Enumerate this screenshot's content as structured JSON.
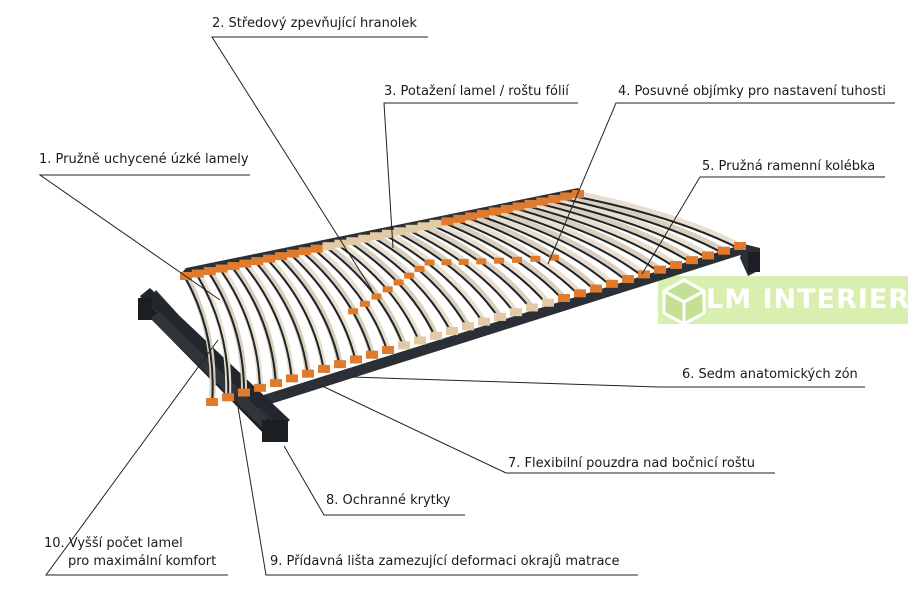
{
  "labels": {
    "l1": "1. Pružně uchycené úzké lamely",
    "l2": "2. Středový zpevňující hranolek",
    "l3": "3. Potažení lamel / roštu fólií",
    "l4": "4. Posuvné objímky pro nastavení tuhosti",
    "l5": "5. Pružná ramenní kolébka",
    "l6": "6. Sedm anatomických zón",
    "l7": "7. Flexibilní pouzdra nad bočnicí roštu",
    "l8": "8. Ochranné krytky",
    "l9": "9. Přídavná lišta zamezující deformaci okrajů matrace",
    "l10a": "10. Vyšší počet lamel",
    "l10b": "pro maximální komfort"
  },
  "logo": {
    "text": "LM INTERIER",
    "bg": "#d9efb0",
    "icon": "cube-logo-icon"
  },
  "colors": {
    "frame": "#2b2f36",
    "slat": "#d9cfbd",
    "holder": "#e07a2c",
    "holder_center": "#e3c9a4",
    "line": "#222222"
  }
}
